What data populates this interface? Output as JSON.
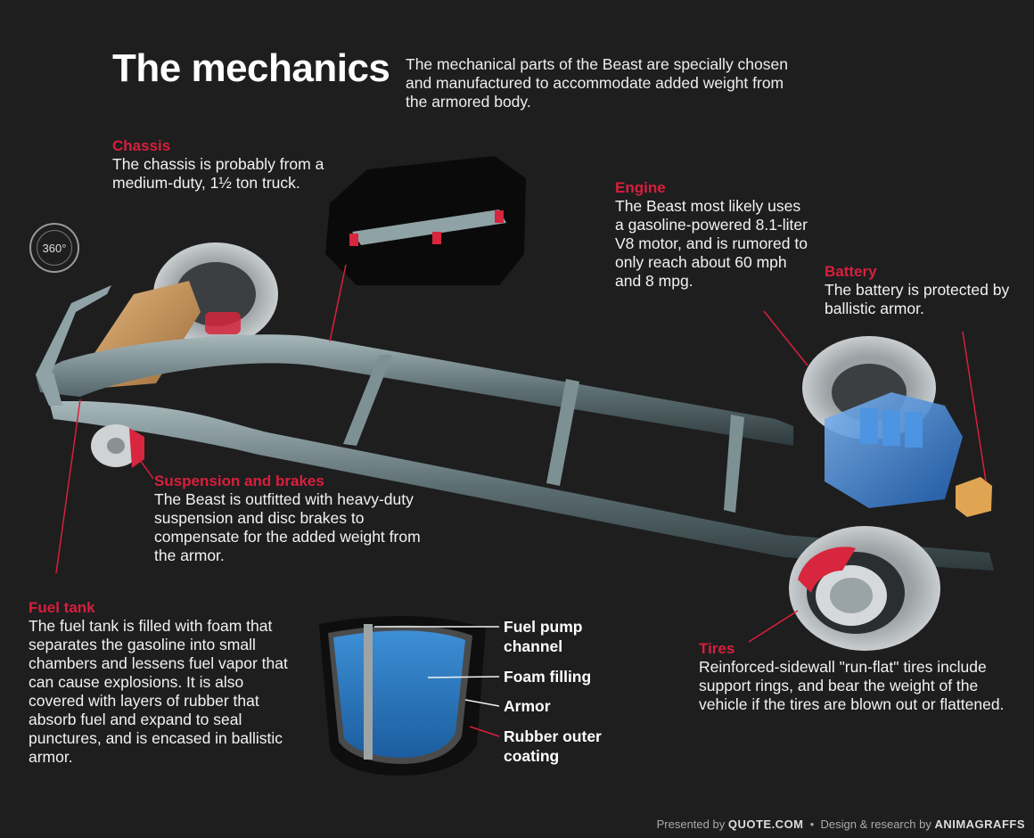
{
  "title": "The mechanics",
  "intro": "The mechanical parts of the Beast are specially chosen and manufactured to accommodate added weight from the armored body.",
  "badge_360": "360°",
  "callouts": {
    "chassis": {
      "heading": "Chassis",
      "body": "The chassis is probably from a medium-duty, 1½ ton truck."
    },
    "engine": {
      "heading": "Engine",
      "body": "The Beast most likely uses a gasoline-powered 8.1-liter V8 motor, and is rumored to only reach about 60 mph and 8 mpg."
    },
    "battery": {
      "heading": "Battery",
      "body": "The battery is protected by ballistic armor."
    },
    "suspension": {
      "heading": "Suspension and brakes",
      "body": "The Beast is outfitted with heavy-duty suspension and disc brakes to compensate for the added weight from the armor."
    },
    "fuel_tank": {
      "heading": "Fuel tank",
      "body": "The fuel tank is filled with foam that separates the gasoline into small chambers and lessens fuel vapor that can cause explosions. It is also covered with layers of rubber that absorb fuel and expand to seal punctures, and is encased in ballistic armor."
    },
    "tires": {
      "heading": "Tires",
      "body": "Reinforced-sidewall \"run-flat\" tires include support rings, and bear the weight of the vehicle if the tires are blown out or flattened."
    }
  },
  "tank_labels": {
    "pump": "Fuel pump channel",
    "foam": "Foam filling",
    "armor": "Armor",
    "rubber": "Rubber outer coating"
  },
  "footer": {
    "presented_by": "Presented by",
    "sponsor": "QUOTE.COM",
    "separator": "•",
    "design_by": "Design & research by",
    "studio": "ANIMAGRAFFS"
  },
  "colors": {
    "accent": "#d81f3c",
    "background": "#1e1e1f",
    "frame": "#6d7f83",
    "engine": "#2f7fd6",
    "tank_blue": "#2f7fc8",
    "battery": "#e0a552"
  }
}
